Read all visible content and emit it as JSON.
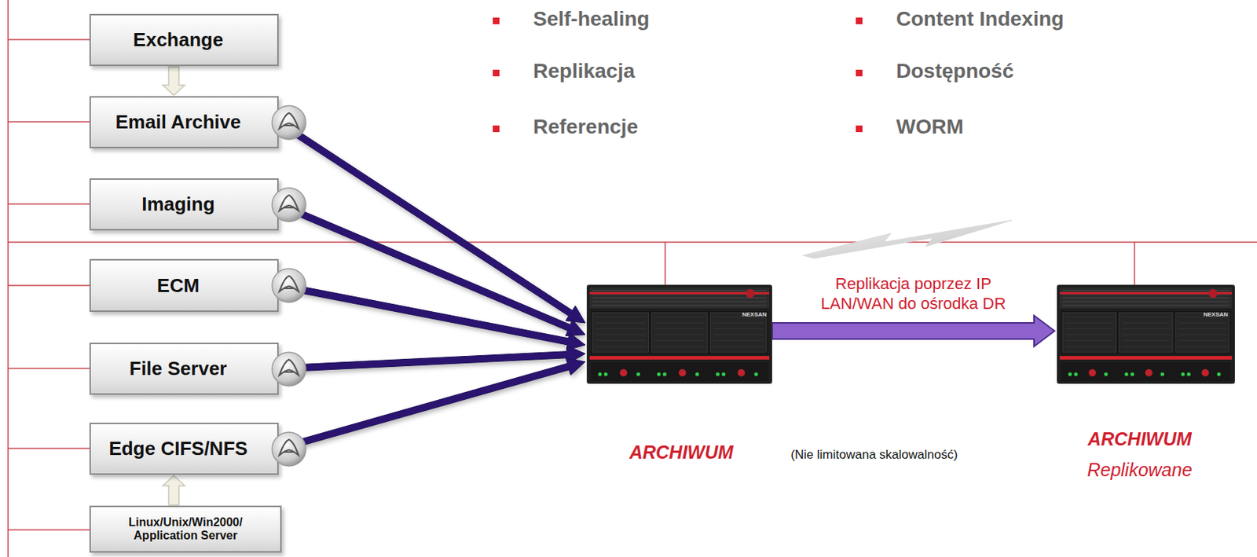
{
  "diagram": {
    "nodes": [
      {
        "text": [
          "Exchange"
        ]
      },
      {
        "text": [
          "Email Archive"
        ]
      },
      {
        "text": [
          "Imaging"
        ]
      },
      {
        "text": [
          "ECM"
        ]
      },
      {
        "text": [
          "File Server"
        ]
      },
      {
        "text": [
          "Edge CIFS/NFS"
        ]
      },
      {
        "text": [
          "Linux/Unix/Win2000/ Application Server"
        ]
      },
      {
        "text": [
          "ARCHIWUM"
        ]
      },
      {
        "text": [
          "ARCHIWUM",
          "Replikowane"
        ]
      }
    ],
    "edges": [
      {
        "from": 0,
        "to": 1,
        "arrow": "to"
      },
      {
        "from": 6,
        "to": 5,
        "arrow": "to"
      },
      {
        "from": 1,
        "to": 7,
        "arrow": "to"
      },
      {
        "from": 2,
        "to": 7,
        "arrow": "to"
      },
      {
        "from": 3,
        "to": 7,
        "arrow": "to"
      },
      {
        "from": 4,
        "to": 7,
        "arrow": "to"
      },
      {
        "from": 5,
        "to": 7,
        "arrow": "to"
      },
      {
        "from": 7,
        "to": 8,
        "label": "Replikacja poprzez IP LAN/WAN do ośrodka DR",
        "arrow": "to"
      }
    ],
    "labels": [
      "Self-healing",
      "Replikacja",
      "Referencje",
      "Content Indexing",
      "Dostępność",
      "WORM",
      "(Nie limitowana skalowalność)",
      "NEXSAN",
      "NEXSAN"
    ]
  }
}
